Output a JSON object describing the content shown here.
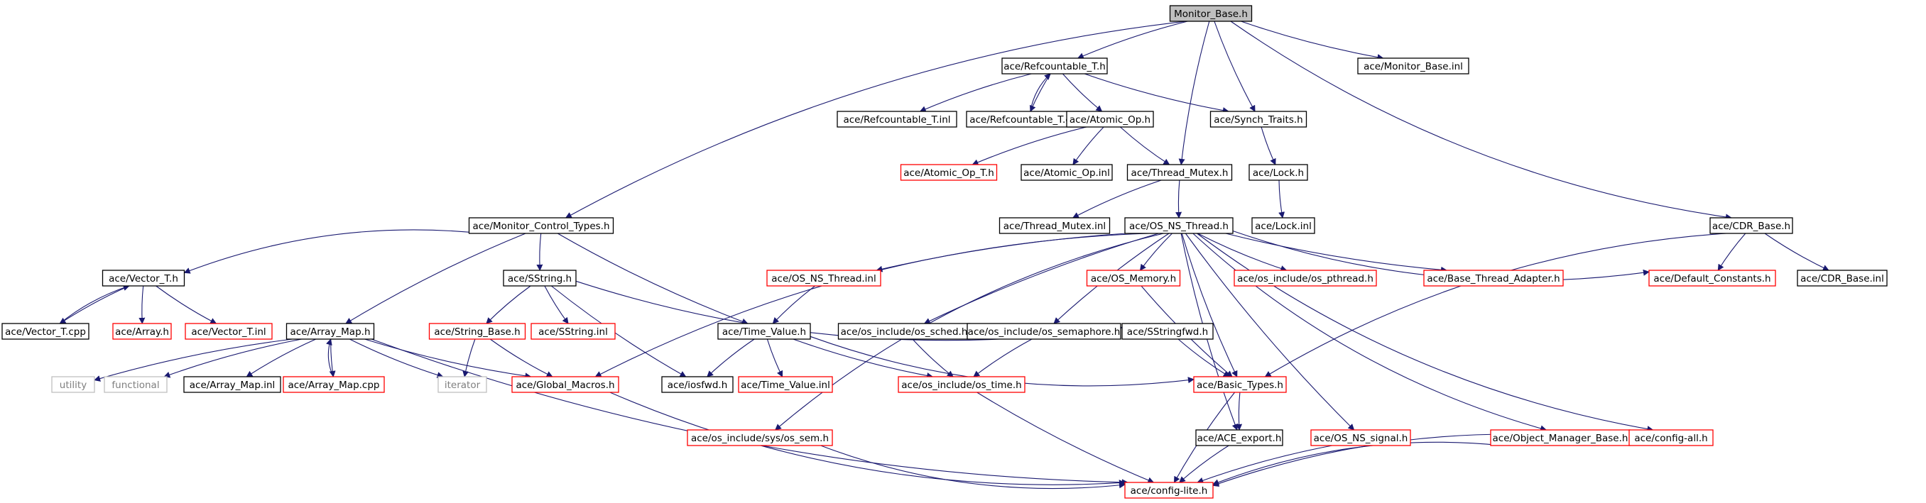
{
  "colors": {
    "root_fill": "#bfbfbf",
    "normal_border": "#000000",
    "truncated_border": "#ff0000",
    "external_border": "#bfbfbf",
    "external_text": "#7f7f7f",
    "edge": "#191970",
    "text": "#000000"
  },
  "nodes": [
    {
      "id": "root",
      "label": "Monitor_Base.h",
      "kind": "root"
    },
    {
      "id": "refcountable_h",
      "label": "ace/Refcountable_T.h",
      "kind": "normal"
    },
    {
      "id": "monitor_inl",
      "label": "ace/Monitor_Base.inl",
      "kind": "normal"
    },
    {
      "id": "refcountable_inl",
      "label": "ace/Refcountable_T.inl",
      "kind": "normal"
    },
    {
      "id": "refcountable_cpp",
      "label": "ace/Refcountable_T.cpp",
      "kind": "normal"
    },
    {
      "id": "atomic_op_h",
      "label": "ace/Atomic_Op.h",
      "kind": "normal"
    },
    {
      "id": "synch_traits",
      "label": "ace/Synch_Traits.h",
      "kind": "normal"
    },
    {
      "id": "atomic_op_t",
      "label": "ace/Atomic_Op_T.h",
      "kind": "truncated"
    },
    {
      "id": "atomic_op_inl",
      "label": "ace/Atomic_Op.inl",
      "kind": "normal"
    },
    {
      "id": "thread_mutex_h",
      "label": "ace/Thread_Mutex.h",
      "kind": "normal"
    },
    {
      "id": "lock_h",
      "label": "ace/Lock.h",
      "kind": "normal"
    },
    {
      "id": "monitor_ctrl",
      "label": "ace/Monitor_Control_Types.h",
      "kind": "normal"
    },
    {
      "id": "thread_mutex_inl",
      "label": "ace/Thread_Mutex.inl",
      "kind": "normal"
    },
    {
      "id": "os_ns_thread_h",
      "label": "ace/OS_NS_Thread.h",
      "kind": "normal"
    },
    {
      "id": "lock_inl",
      "label": "ace/Lock.inl",
      "kind": "normal"
    },
    {
      "id": "cdr_base_h",
      "label": "ace/CDR_Base.h",
      "kind": "normal"
    },
    {
      "id": "vector_h",
      "label": "ace/Vector_T.h",
      "kind": "normal"
    },
    {
      "id": "sstring_h",
      "label": "ace/SString.h",
      "kind": "normal"
    },
    {
      "id": "os_ns_thread_inl",
      "label": "ace/OS_NS_Thread.inl",
      "kind": "truncated"
    },
    {
      "id": "os_memory",
      "label": "ace/OS_Memory.h",
      "kind": "truncated"
    },
    {
      "id": "os_pthread",
      "label": "ace/os_include/os_pthread.h",
      "kind": "truncated"
    },
    {
      "id": "base_thread_adapter",
      "label": "ace/Base_Thread_Adapter.h",
      "kind": "truncated"
    },
    {
      "id": "default_constants",
      "label": "ace/Default_Constants.h",
      "kind": "truncated"
    },
    {
      "id": "cdr_base_inl",
      "label": "ace/CDR_Base.inl",
      "kind": "normal"
    },
    {
      "id": "vector_cpp",
      "label": "ace/Vector_T.cpp",
      "kind": "normal"
    },
    {
      "id": "array_h",
      "label": "ace/Array.h",
      "kind": "truncated"
    },
    {
      "id": "vector_inl",
      "label": "ace/Vector_T.inl",
      "kind": "truncated"
    },
    {
      "id": "array_map_h",
      "label": "ace/Array_Map.h",
      "kind": "normal"
    },
    {
      "id": "string_base",
      "label": "ace/String_Base.h",
      "kind": "truncated"
    },
    {
      "id": "sstring_inl",
      "label": "ace/SString.inl",
      "kind": "truncated"
    },
    {
      "id": "time_value_h",
      "label": "ace/Time_Value.h",
      "kind": "normal"
    },
    {
      "id": "os_sched",
      "label": "ace/os_include/os_sched.h",
      "kind": "normal"
    },
    {
      "id": "os_semaphore",
      "label": "ace/os_include/os_semaphore.h",
      "kind": "normal"
    },
    {
      "id": "sstringfwd",
      "label": "ace/SStringfwd.h",
      "kind": "normal"
    },
    {
      "id": "utility",
      "label": "utility",
      "kind": "external"
    },
    {
      "id": "functional",
      "label": "functional",
      "kind": "external"
    },
    {
      "id": "array_map_inl",
      "label": "ace/Array_Map.inl",
      "kind": "normal"
    },
    {
      "id": "array_map_cpp",
      "label": "ace/Array_Map.cpp",
      "kind": "truncated"
    },
    {
      "id": "iterator",
      "label": "iterator",
      "kind": "external"
    },
    {
      "id": "global_macros",
      "label": "ace/Global_Macros.h",
      "kind": "truncated"
    },
    {
      "id": "iosfwd",
      "label": "ace/iosfwd.h",
      "kind": "normal"
    },
    {
      "id": "time_value_inl",
      "label": "ace/Time_Value.inl",
      "kind": "truncated"
    },
    {
      "id": "os_time",
      "label": "ace/os_include/os_time.h",
      "kind": "truncated"
    },
    {
      "id": "basic_types",
      "label": "ace/Basic_Types.h",
      "kind": "truncated"
    },
    {
      "id": "os_sem",
      "label": "ace/os_include/sys/os_sem.h",
      "kind": "truncated"
    },
    {
      "id": "ace_export",
      "label": "ace/ACE_export.h",
      "kind": "normal"
    },
    {
      "id": "os_ns_signal",
      "label": "ace/OS_NS_signal.h",
      "kind": "truncated"
    },
    {
      "id": "object_manager_base",
      "label": "ace/Object_Manager_Base.h",
      "kind": "truncated"
    },
    {
      "id": "config_all",
      "label": "ace/config-all.h",
      "kind": "truncated"
    },
    {
      "id": "config_lite",
      "label": "ace/config-lite.h",
      "kind": "truncated"
    }
  ],
  "edges": [
    [
      "root",
      "refcountable_h"
    ],
    [
      "root",
      "monitor_inl"
    ],
    [
      "root",
      "synch_traits"
    ],
    [
      "root",
      "thread_mutex_h"
    ],
    [
      "root",
      "monitor_ctrl"
    ],
    [
      "root",
      "cdr_base_h"
    ],
    [
      "refcountable_h",
      "refcountable_inl"
    ],
    [
      "refcountable_h",
      "refcountable_cpp"
    ],
    [
      "refcountable_cpp",
      "refcountable_h"
    ],
    [
      "refcountable_h",
      "atomic_op_h"
    ],
    [
      "refcountable_h",
      "synch_traits"
    ],
    [
      "atomic_op_h",
      "atomic_op_t"
    ],
    [
      "atomic_op_h",
      "atomic_op_inl"
    ],
    [
      "atomic_op_h",
      "thread_mutex_h"
    ],
    [
      "synch_traits",
      "lock_h"
    ],
    [
      "lock_h",
      "lock_inl"
    ],
    [
      "thread_mutex_h",
      "thread_mutex_inl"
    ],
    [
      "thread_mutex_h",
      "os_ns_thread_h"
    ],
    [
      "os_ns_thread_h",
      "os_ns_thread_inl"
    ],
    [
      "os_ns_thread_h",
      "os_memory"
    ],
    [
      "os_ns_thread_h",
      "os_pthread"
    ],
    [
      "os_ns_thread_h",
      "base_thread_adapter"
    ],
    [
      "os_ns_thread_h",
      "default_constants"
    ],
    [
      "os_ns_thread_h",
      "os_sched"
    ],
    [
      "os_ns_thread_h",
      "os_semaphore"
    ],
    [
      "os_ns_thread_h",
      "global_macros"
    ],
    [
      "os_ns_thread_h",
      "os_sem"
    ],
    [
      "os_ns_thread_h",
      "basic_types"
    ],
    [
      "os_ns_thread_h",
      "ace_export"
    ],
    [
      "os_ns_thread_h",
      "os_ns_signal"
    ],
    [
      "os_ns_thread_h",
      "object_manager_base"
    ],
    [
      "os_ns_thread_h",
      "config_all"
    ],
    [
      "monitor_ctrl",
      "vector_h"
    ],
    [
      "monitor_ctrl",
      "sstring_h"
    ],
    [
      "monitor_ctrl",
      "array_map_h"
    ],
    [
      "monitor_ctrl",
      "time_value_h"
    ],
    [
      "vector_h",
      "vector_cpp"
    ],
    [
      "vector_cpp",
      "vector_h"
    ],
    [
      "vector_h",
      "array_h"
    ],
    [
      "vector_h",
      "vector_inl"
    ],
    [
      "sstring_h",
      "string_base"
    ],
    [
      "sstring_h",
      "sstring_inl"
    ],
    [
      "sstring_h",
      "sstringfwd"
    ],
    [
      "sstring_h",
      "iosfwd"
    ],
    [
      "string_base",
      "iterator"
    ],
    [
      "string_base",
      "global_macros"
    ],
    [
      "os_ns_thread_inl",
      "time_value_h"
    ],
    [
      "time_value_h",
      "iosfwd"
    ],
    [
      "time_value_h",
      "time_value_inl"
    ],
    [
      "time_value_h",
      "os_time"
    ],
    [
      "time_value_h",
      "basic_types"
    ],
    [
      "os_sched",
      "os_time"
    ],
    [
      "os_semaphore",
      "os_time"
    ],
    [
      "array_map_h",
      "utility"
    ],
    [
      "array_map_h",
      "functional"
    ],
    [
      "array_map_h",
      "array_map_inl"
    ],
    [
      "array_map_h",
      "array_map_cpp"
    ],
    [
      "array_map_cpp",
      "array_map_h"
    ],
    [
      "array_map_h",
      "iterator"
    ],
    [
      "array_map_h",
      "global_macros"
    ],
    [
      "array_map_h",
      "config_lite"
    ],
    [
      "sstringfwd",
      "basic_types"
    ],
    [
      "os_memory",
      "basic_types"
    ],
    [
      "cdr_base_h",
      "default_constants"
    ],
    [
      "cdr_base_h",
      "cdr_base_inl"
    ],
    [
      "cdr_base_h",
      "basic_types"
    ],
    [
      "basic_types",
      "ace_export"
    ],
    [
      "basic_types",
      "config_lite"
    ],
    [
      "ace_export",
      "config_lite"
    ],
    [
      "os_time",
      "config_lite"
    ],
    [
      "global_macros",
      "config_lite"
    ],
    [
      "os_sem",
      "config_lite"
    ],
    [
      "os_ns_signal",
      "config_lite"
    ],
    [
      "object_manager_base",
      "config_lite"
    ],
    [
      "config_all",
      "config_lite"
    ]
  ]
}
